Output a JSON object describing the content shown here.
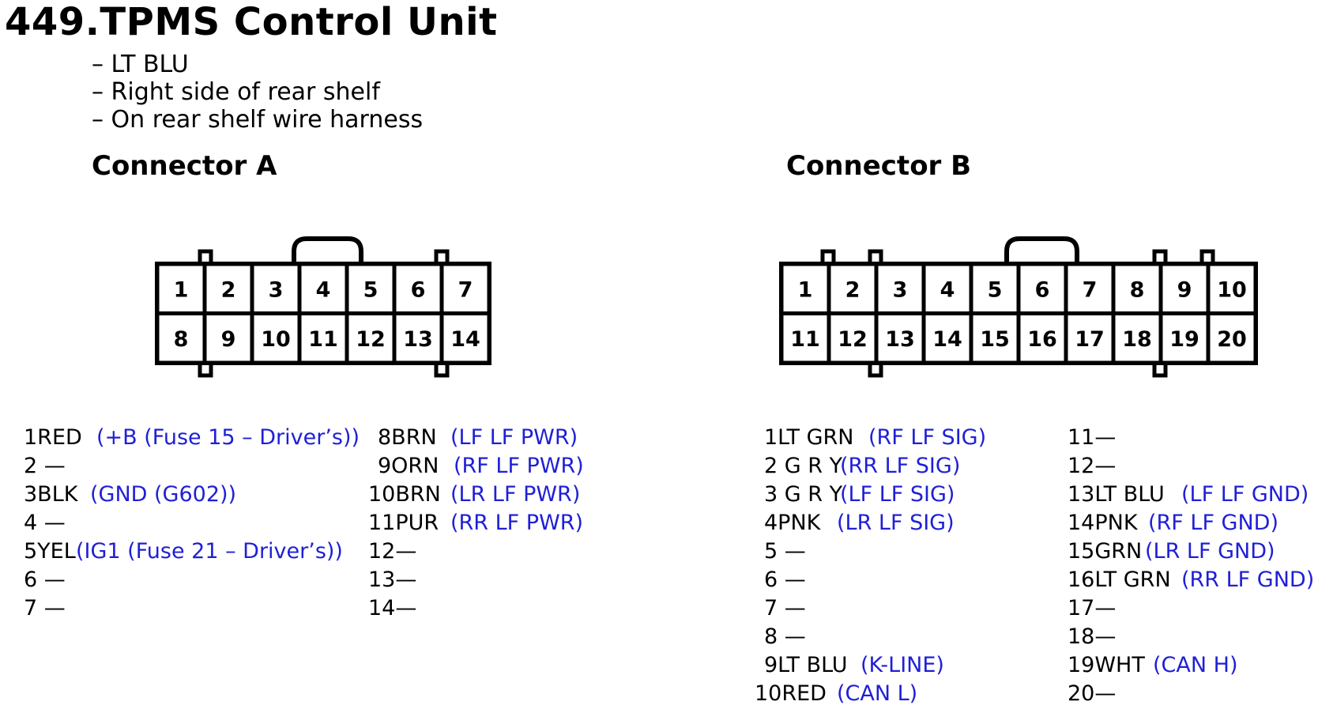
{
  "title": "449.TPMS Control Unit",
  "notes": [
    "– LT BLU",
    "– Right side of rear shelf",
    "– On rear shelf wire harness"
  ],
  "connector_a": {
    "title": "Connector A",
    "row1": [
      "1",
      "2",
      "3",
      "4",
      "5",
      "6",
      "7"
    ],
    "row2": [
      "8",
      "9",
      "10",
      "11",
      "12",
      "13",
      "14"
    ],
    "pins_left": [
      {
        "code": "1RED",
        "fn": "(+B (Fuse 15 – Driver’s))"
      },
      {
        "code": "2 —",
        "fn": ""
      },
      {
        "code": "3BLK",
        "fn": "(GND (G602))"
      },
      {
        "code": "4 —",
        "fn": ""
      },
      {
        "code": "5YEL",
        "fn": "(IG1 (Fuse 21 – Driver’s))"
      },
      {
        "code": "6 —",
        "fn": ""
      },
      {
        "code": "7 —",
        "fn": ""
      }
    ],
    "pins_right": [
      {
        "code": "8BRN",
        "fn": "(LF LF PWR)"
      },
      {
        "code": "9ORN",
        "fn": "(RF LF PWR)"
      },
      {
        "code": "10BRN",
        "fn": "(LR LF PWR)"
      },
      {
        "code": "11PUR",
        "fn": "(RR LF PWR)"
      },
      {
        "code": "12—",
        "fn": ""
      },
      {
        "code": "13—",
        "fn": ""
      },
      {
        "code": "14—",
        "fn": ""
      }
    ]
  },
  "connector_b": {
    "title": "Connector B",
    "row1": [
      "1",
      "2",
      "3",
      "4",
      "5",
      "6",
      "7",
      "8",
      "9",
      "10"
    ],
    "row2": [
      "11",
      "12",
      "13",
      "14",
      "15",
      "16",
      "17",
      "18",
      "19",
      "20"
    ],
    "pins_left": [
      {
        "code": "1LT GRN",
        "fn": "(RF LF SIG)"
      },
      {
        "code": "2 G R Y",
        "fn": "(RR LF SIG)"
      },
      {
        "code": "3 G R Y",
        "fn": "(LF LF SIG)"
      },
      {
        "code": "4PNK",
        "fn": "(LR LF SIG)"
      },
      {
        "code": "5 —",
        "fn": ""
      },
      {
        "code": "6 —",
        "fn": ""
      },
      {
        "code": "7 —",
        "fn": ""
      },
      {
        "code": "8 —",
        "fn": ""
      },
      {
        "code": "9LT BLU",
        "fn": "(K-LINE)"
      },
      {
        "code": "10RED",
        "fn": "(CAN L)"
      }
    ],
    "pins_right": [
      {
        "code": "11—",
        "fn": ""
      },
      {
        "code": "12—",
        "fn": ""
      },
      {
        "code": "13LT BLU",
        "fn": "(LF LF GND)"
      },
      {
        "code": "14PNK",
        "fn": "(RF LF GND)"
      },
      {
        "code": "15GRN",
        "fn": "(LR LF GND)"
      },
      {
        "code": "16LT GRN",
        "fn": "(RR LF GND)"
      },
      {
        "code": "17—",
        "fn": ""
      },
      {
        "code": "18—",
        "fn": ""
      },
      {
        "code": "19WHT",
        "fn": "(CAN H)"
      },
      {
        "code": "20—",
        "fn": ""
      }
    ]
  },
  "colors": {
    "function_text": "#1f1fd6",
    "text": "#000000",
    "line": "#000000"
  }
}
